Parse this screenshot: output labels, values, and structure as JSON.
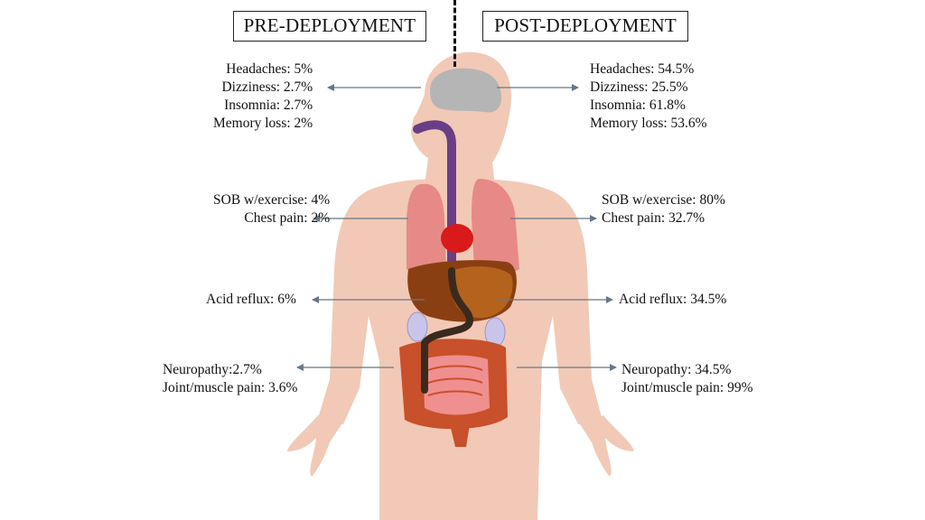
{
  "headers": {
    "pre": "PRE-DEPLOYMENT",
    "post": "POST-DEPLOYMENT"
  },
  "groups": {
    "head": {
      "pre": [
        "Headaches: 5%",
        "Dizziness: 2.7%",
        "Insomnia: 2.7%",
        "Memory loss: 2%"
      ],
      "post": [
        "Headaches: 54.5%",
        "Dizziness: 25.5%",
        "Insomnia: 61.8%",
        "Memory loss: 53.6%"
      ]
    },
    "chest": {
      "pre": [
        "SOB w/exercise: 4%",
        "Chest pain: 2%"
      ],
      "post": [
        "SOB w/exercise: 80%",
        "Chest pain: 32.7%"
      ]
    },
    "stomach": {
      "pre": [
        "Acid reflux: 6%"
      ],
      "post": [
        "Acid reflux: 34.5%"
      ]
    },
    "lower": {
      "pre": [
        "Neuropathy:2.7%",
        "Joint/muscle pain: 3.6%"
      ],
      "post": [
        "Neuropathy: 34.5%",
        "Joint/muscle pain: 99%"
      ]
    }
  },
  "colors": {
    "skin": "#f2c9b6",
    "brain": "#b5b5b5",
    "lungs": "#e57f7f",
    "heart": "#d81a1a",
    "liver": "#8a3f12",
    "intestine": "#c8502a",
    "esophagus": "#6a3e86",
    "kidney": "#c9c5ea",
    "arrow": "#667788"
  }
}
